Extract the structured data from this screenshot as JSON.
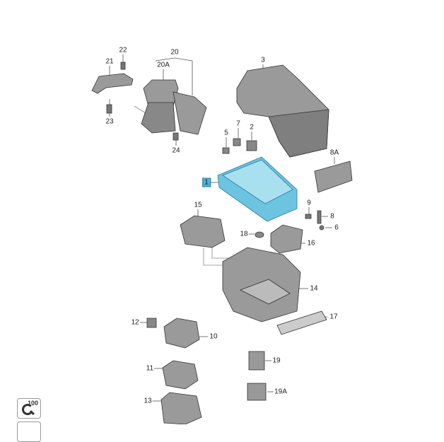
{
  "diagram": {
    "part_labels": {
      "p21": "21",
      "p22": "22",
      "p20": "20",
      "p20A": "20A",
      "p23": "23",
      "p24": "24",
      "p3": "3",
      "p5": "5",
      "p7": "7",
      "p2": "2",
      "p8A": "8A",
      "p1": "1",
      "p9": "9",
      "p8": "8",
      "p6": "6",
      "p15": "15",
      "p18": "18",
      "p16": "16",
      "p14": "14",
      "p17": "17",
      "p12": "12",
      "p10": "10",
      "p11": "11",
      "p19": "19",
      "p13": "13",
      "p19A": "19A"
    },
    "highlighted_part": "1",
    "highlight_color": "#6cc4e0"
  },
  "toolbar": {
    "zoom_level": "100",
    "zoom_icon": "zoom-magnifier-icon"
  }
}
